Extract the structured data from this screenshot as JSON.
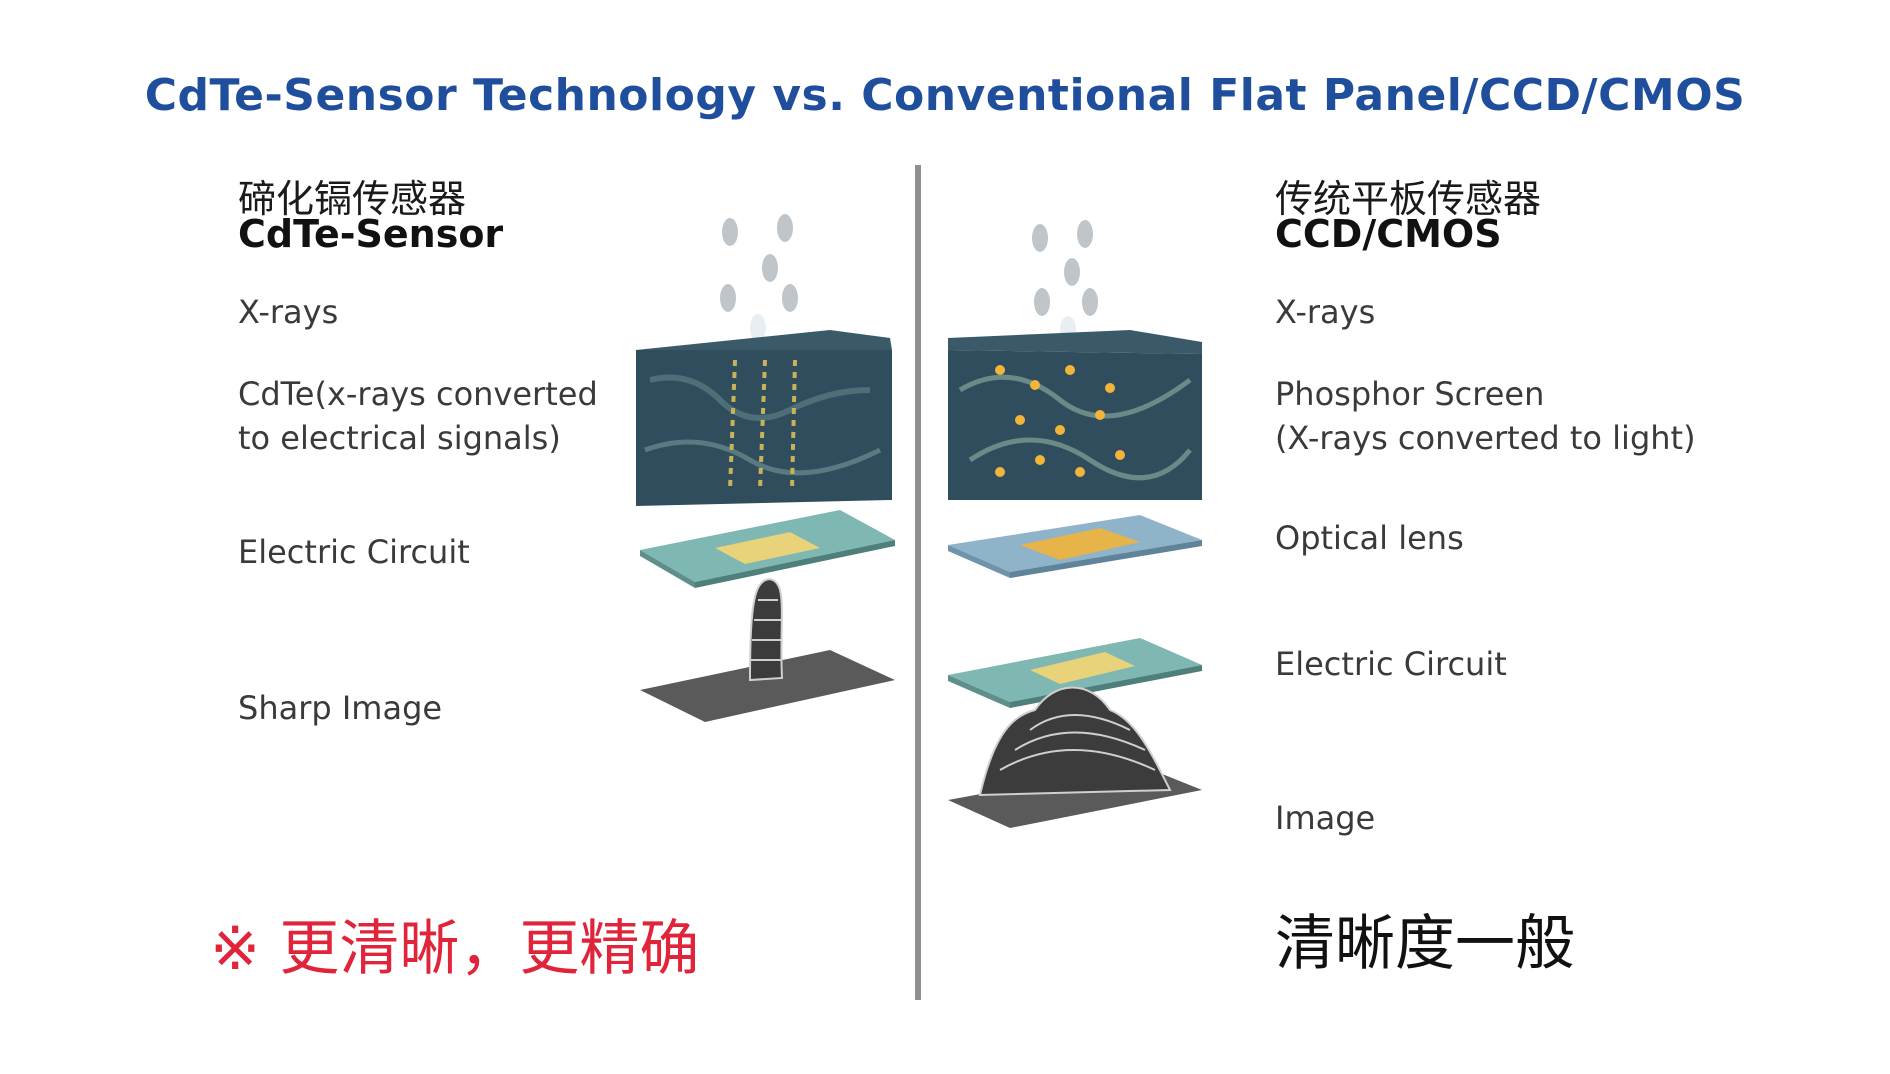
{
  "title": "CdTe-Sensor Technology vs. Conventional Flat Panel/CCD/CMOS",
  "left": {
    "heading_zh": "碲化镉传感器",
    "heading_en": "CdTe-Sensor",
    "labels": {
      "xrays": "X-rays",
      "cdte_line1": "CdTe(x-rays converted",
      "cdte_line2": "to electrical signals)",
      "circuit": "Electric Circuit",
      "image": "Sharp Image"
    },
    "verdict": "※ 更清晰，更精确",
    "verdict_color": "#e0243a"
  },
  "right": {
    "heading_zh": "传统平板传感器",
    "heading_en": "CCD/CMOS",
    "labels": {
      "xrays": "X-rays",
      "phosphor_line1": "Phosphor Screen",
      "phosphor_line2": "(X-rays converted to light)",
      "lens": "Optical lens",
      "circuit": "Electric Circuit",
      "image": "Image"
    },
    "verdict": "清晰度一般",
    "verdict_color": "#111111"
  },
  "colors": {
    "title": "#1f4e9c",
    "divider": "#8f8f8f",
    "crystal": "#2f4d5c",
    "circuit": "#7fb7b3",
    "circuit_core": "#e8d27a",
    "glow": "#f2b53a"
  },
  "icons": [
    "xray-drop-icon",
    "crystal-block-icon",
    "circuit-plate-icon",
    "peak-plot-icon"
  ]
}
